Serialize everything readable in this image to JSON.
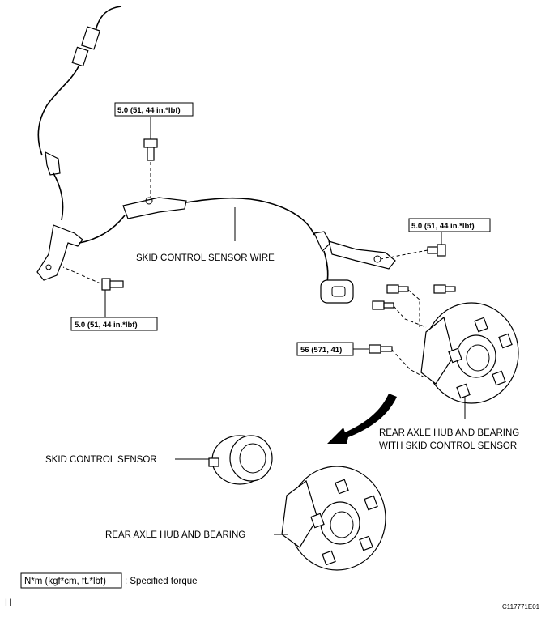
{
  "labels": {
    "skid_control_sensor_wire": "SKID CONTROL SENSOR WIRE",
    "rear_axle_hub_with_sensor_line1": "REAR AXLE HUB AND BEARING",
    "rear_axle_hub_with_sensor_line2": "WITH SKID CONTROL SENSOR",
    "skid_control_sensor": "SKID CONTROL SENSOR",
    "rear_axle_hub_and_bearing": "REAR AXLE HUB AND BEARING"
  },
  "torques": {
    "top_bolt": "5.0 (51, 44 in.*lbf)",
    "left_bolt": "5.0 (51, 44 in.*lbf)",
    "right_bolt": "5.0 (51, 44 in.*lbf)",
    "hub_bolt": "56 (571, 41)"
  },
  "legend": {
    "unit": "N*m (kgf*cm, ft.*lbf)",
    "description": ": Specified torque"
  },
  "corner": {
    "left_mark": "H",
    "figure_code": "C117771E01"
  }
}
